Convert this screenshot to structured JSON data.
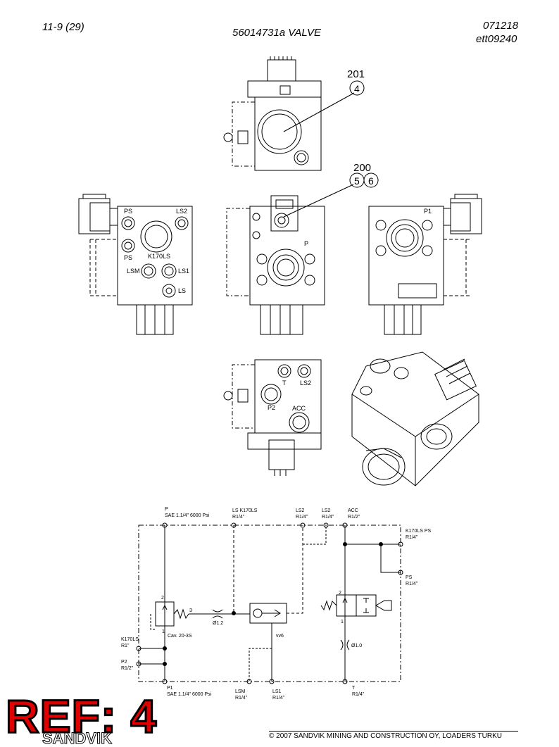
{
  "header": {
    "page_ref": "11-9 (29)",
    "title": "56014731a VALVE",
    "date": "071218",
    "code": "ett09240"
  },
  "callouts": [
    {
      "label": "201",
      "items": [
        "4"
      ]
    },
    {
      "label": "200",
      "items": [
        "5",
        "6"
      ]
    }
  ],
  "port_labels": {
    "left": [
      "PS",
      "LS2",
      "PS",
      "K170LS",
      "LSM",
      "LS1",
      "LS"
    ],
    "front": [
      "P"
    ],
    "right": [
      "P1"
    ],
    "bottom": [
      "T",
      "LS2",
      "P2",
      "ACC"
    ]
  },
  "schematic": {
    "top_ports": [
      {
        "name": "P",
        "spec": "SAE 1.1/4\" 6000 Psi"
      },
      {
        "name": "LS K170LS",
        "spec": "R1/4\""
      },
      {
        "name": "LS2",
        "spec": "R1/4\""
      },
      {
        "name": "LS2",
        "spec": "R1/4\""
      },
      {
        "name": "ACC",
        "spec": "R1/2\""
      }
    ],
    "right_ports": [
      {
        "name": "K170LS PS",
        "spec": "R1/4\""
      },
      {
        "name": "PS",
        "spec": "R1/4\""
      }
    ],
    "left_ports": [
      {
        "name": "K170LS",
        "spec": "R1\""
      },
      {
        "name": "P2",
        "spec": "R1/2\""
      }
    ],
    "bottom_ports": [
      {
        "name": "P1",
        "spec": "SAE 1.1/4\" 6000 Psi"
      },
      {
        "name": "LSM",
        "spec": "R1/4\""
      },
      {
        "name": "LS1",
        "spec": "R1/4\""
      },
      {
        "name": "T",
        "spec": "R1/4\""
      }
    ],
    "cartridge": "Cav. 20-3S",
    "shuttle": "vv6",
    "orifice1": "Ø1.2",
    "orifice2": "Ø1.0",
    "pin_numbers": [
      "2",
      "1",
      "3",
      "2",
      "1"
    ]
  },
  "ref_label": "REF: 4",
  "footer": {
    "copyright": "© 2007 SANDVIK MINING AND CONSTRUCTION OY, LOADERS TURKU",
    "brand": "SANDVIK"
  },
  "colors": {
    "ref_text": "#e00000",
    "line": "#000000"
  }
}
